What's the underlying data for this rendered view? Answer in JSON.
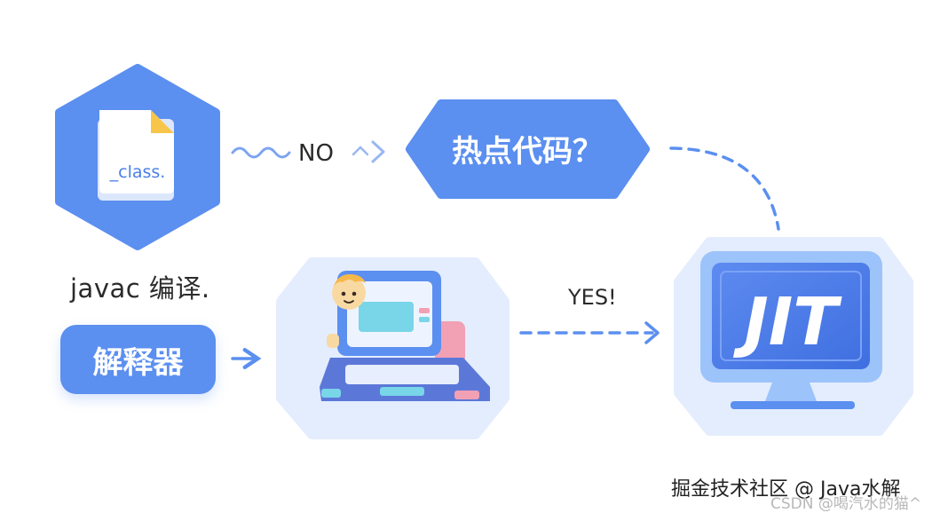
{
  "nodes": {
    "class_file": {
      "file_label": "_class."
    },
    "javac_label": "javac 编译.",
    "interpreter": "解释器",
    "hotspot_check": "热点代码？",
    "jit": "JIT"
  },
  "edges": {
    "no_label": "NO",
    "yes_label": "YES!"
  },
  "watermarks": {
    "primary": "掘金技术社区 @ Java水解",
    "secondary": "CSDN @喝汽水的猫^"
  },
  "colors": {
    "primary_blue": "#5b8ff0",
    "light_blue_bg": "#e6effd",
    "screen_cyan": "#79d5e8",
    "pink_accent": "#f2a0b4",
    "file_yellow": "#f7c54a"
  }
}
